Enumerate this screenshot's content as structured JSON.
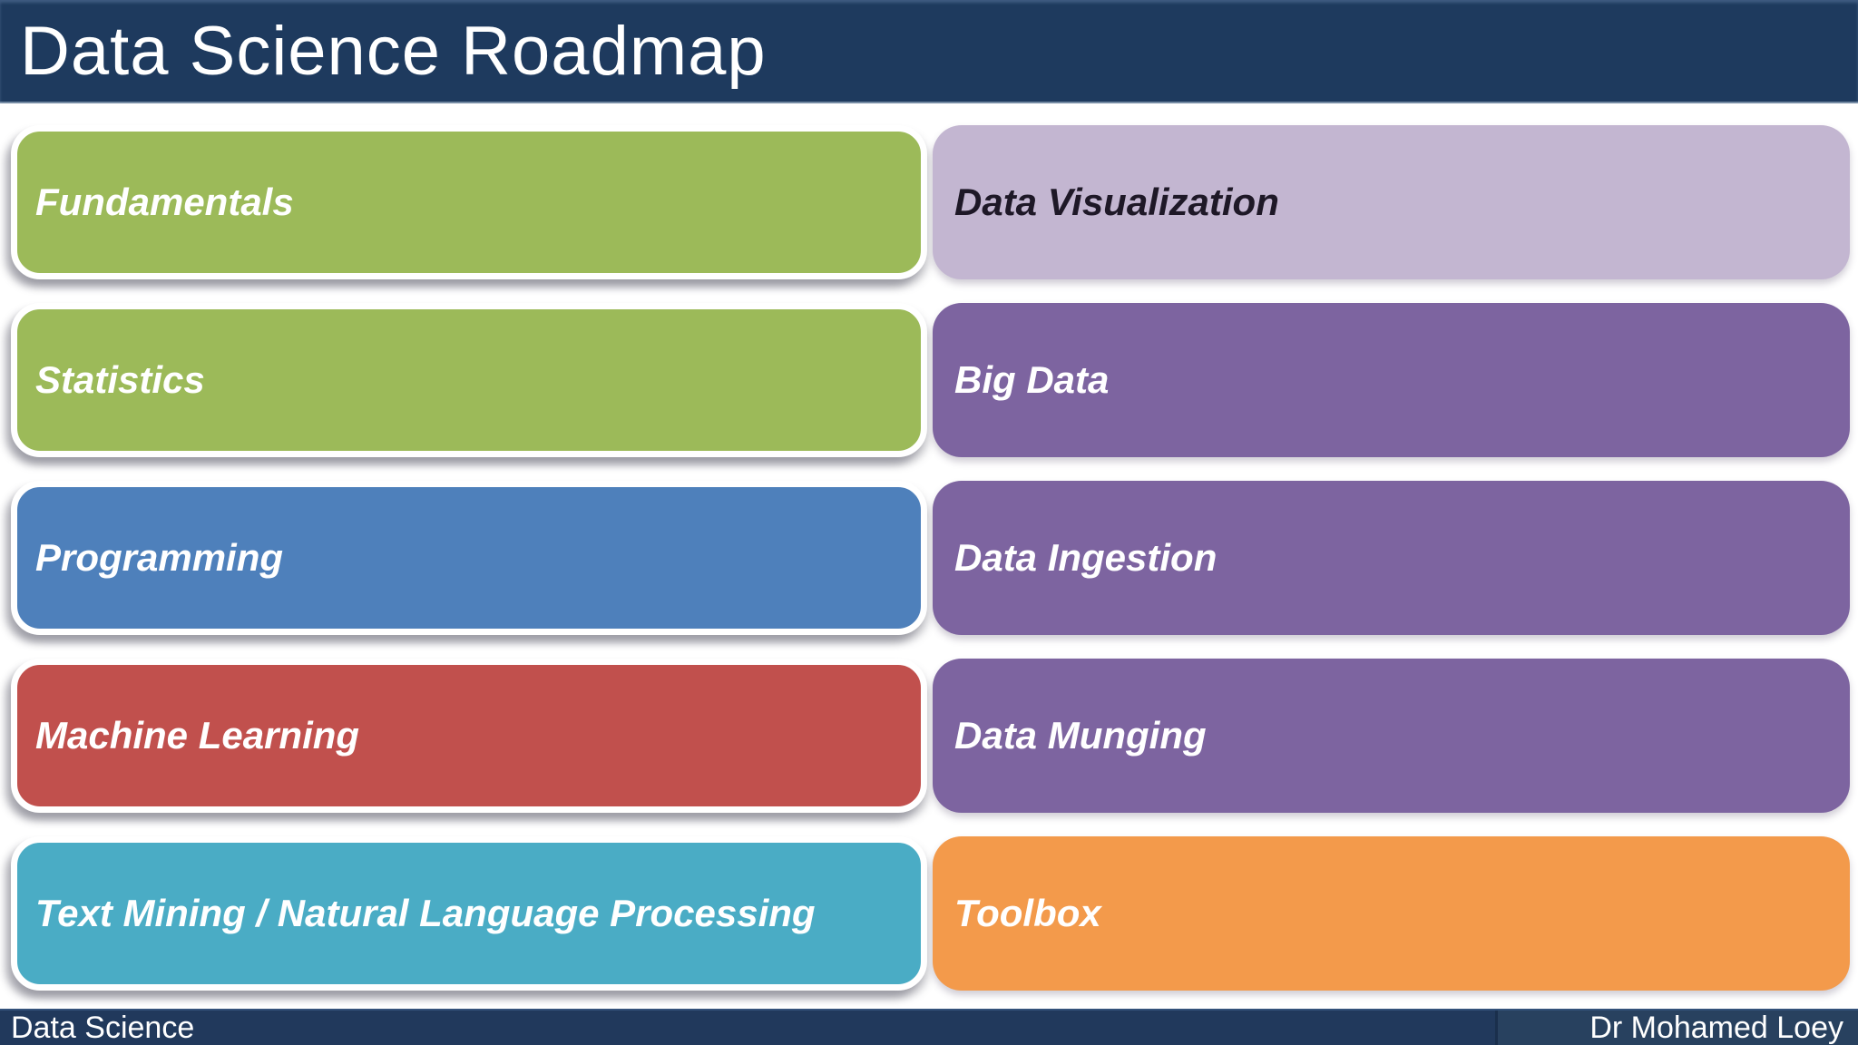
{
  "slide": {
    "title": "Data Science Roadmap",
    "footer_left": "Data Science",
    "footer_right": "Dr Mohamed Loey"
  },
  "colors": {
    "title_bar_bg": "#1e3a5e",
    "footer_bar_bg": "#21395c",
    "footer_author_panel_bg": "#28415f",
    "body_bg": "#ffffff",
    "green": "#9cba59",
    "blue": "#4e80bb",
    "red": "#c1504d",
    "teal": "#4aacc5",
    "lavender": "#c3b6d1",
    "lavender_border": "#ab9dc0",
    "purple": "#7d64a0",
    "purple_border": "#5a4577",
    "orange": "#f39a4b",
    "orange_border": "#c9722f",
    "label_light": "#ffffff",
    "label_dark": "#1e1827"
  },
  "roadmap": {
    "left": [
      {
        "label": "Fundamentals",
        "color": "#9cba59",
        "text_color": "#ffffff"
      },
      {
        "label": "Statistics",
        "color": "#9cba59",
        "text_color": "#ffffff"
      },
      {
        "label": "Programming",
        "color": "#4e80bb",
        "text_color": "#ffffff"
      },
      {
        "label": "Machine Learning",
        "color": "#c1504d",
        "text_color": "#ffffff"
      },
      {
        "label": "Text Mining / Natural Language Processing",
        "color": "#4aacc5",
        "text_color": "#ffffff"
      }
    ],
    "right": [
      {
        "label": "Data Visualization",
        "color": "#c3b6d1",
        "text_color": "#1e1827"
      },
      {
        "label": "Big Data",
        "color": "#7d64a0",
        "text_color": "#ffffff"
      },
      {
        "label": "Data Ingestion",
        "color": "#7d64a0",
        "text_color": "#ffffff"
      },
      {
        "label": "Data Munging",
        "color": "#7d64a0",
        "text_color": "#ffffff"
      },
      {
        "label": "Toolbox",
        "color": "#f39a4b",
        "text_color": "#ffffff"
      }
    ]
  }
}
